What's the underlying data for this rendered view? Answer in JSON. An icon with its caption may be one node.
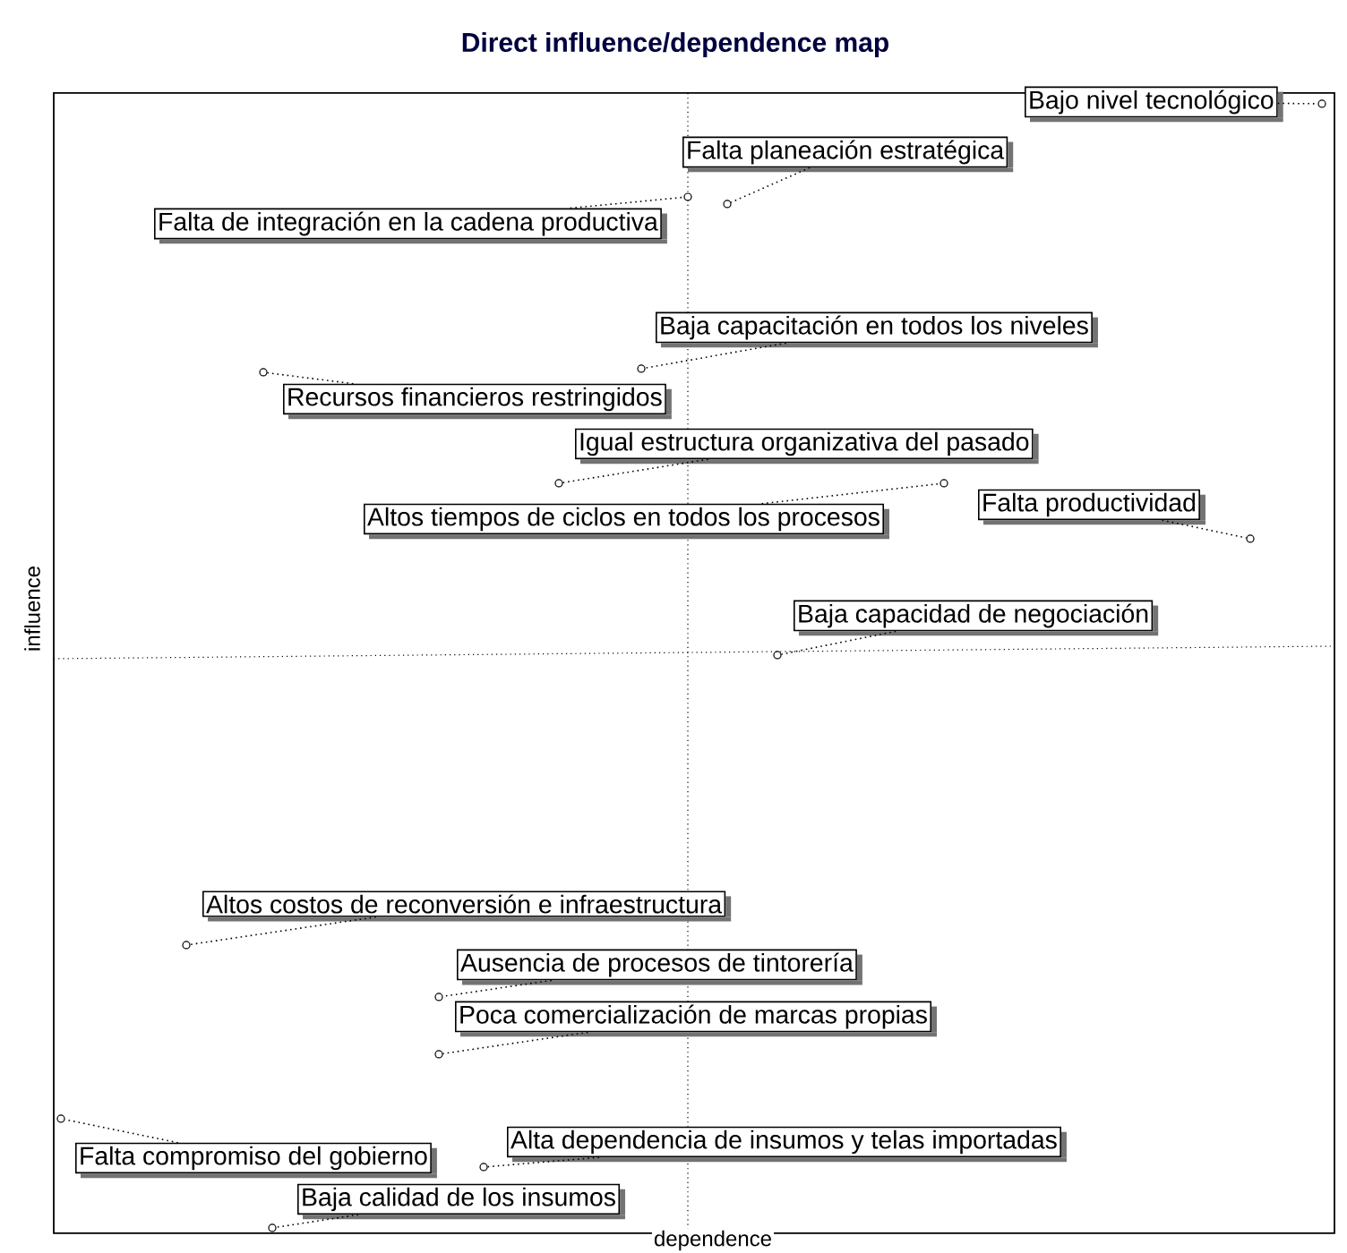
{
  "diagram": {
    "title": "Direct influence/dependence map",
    "nodes": [
      {
        "text": [
          "Bajo nivel tecnológico"
        ]
      },
      {
        "text": [],
        "shape": "circle"
      },
      {
        "text": [
          "Falta planeación estratégica"
        ]
      },
      {
        "text": [],
        "shape": "circle"
      },
      {
        "text": [
          "Falta de integración en la cadena productiva"
        ]
      },
      {
        "text": [],
        "shape": "circle"
      },
      {
        "text": [
          "Baja capacitación en todos los niveles"
        ]
      },
      {
        "text": [],
        "shape": "circle"
      },
      {
        "text": [
          "Recursos financieros restringidos"
        ]
      },
      {
        "text": [],
        "shape": "circle"
      },
      {
        "text": [
          "Igual estructura organizativa del pasado"
        ]
      },
      {
        "text": [],
        "shape": "circle"
      },
      {
        "text": [
          "Altos tiempos de ciclos en todos los procesos"
        ]
      },
      {
        "text": [],
        "shape": "circle"
      },
      {
        "text": [
          "Falta productividad"
        ]
      },
      {
        "text": [],
        "shape": "circle"
      },
      {
        "text": [
          "Baja capacidad de negociación"
        ]
      },
      {
        "text": [],
        "shape": "circle"
      },
      {
        "text": [
          "Altos costos de reconversión e infraestructura"
        ]
      },
      {
        "text": [],
        "shape": "circle"
      },
      {
        "text": [
          "Ausencia de procesos de tintorería"
        ]
      },
      {
        "text": [],
        "shape": "circle"
      },
      {
        "text": [
          "Poca comercialización de marcas propias"
        ]
      },
      {
        "text": [],
        "shape": "circle"
      },
      {
        "text": [
          "Falta compromiso del gobierno"
        ]
      },
      {
        "text": [],
        "shape": "circle"
      },
      {
        "text": [
          "Alta dependencia de insumos y telas importadas"
        ]
      },
      {
        "text": [],
        "shape": "circle"
      },
      {
        "text": [
          "Baja calidad de los insumos"
        ]
      },
      {
        "text": [],
        "shape": "circle"
      }
    ],
    "edges": [
      {
        "from": 0,
        "to": 1,
        "arrow": "none"
      },
      {
        "from": 2,
        "to": 3,
        "arrow": "none"
      },
      {
        "from": 4,
        "to": 5,
        "arrow": "none"
      },
      {
        "from": 6,
        "to": 7,
        "arrow": "none"
      },
      {
        "from": 8,
        "to": 9,
        "arrow": "none"
      },
      {
        "from": 10,
        "to": 11,
        "arrow": "none"
      },
      {
        "from": 12,
        "to": 13,
        "arrow": "none"
      },
      {
        "from": 14,
        "to": 15,
        "arrow": "none"
      },
      {
        "from": 16,
        "to": 17,
        "arrow": "none"
      },
      {
        "from": 18,
        "to": 19,
        "arrow": "none"
      },
      {
        "from": 20,
        "to": 21,
        "arrow": "none"
      },
      {
        "from": 22,
        "to": 23,
        "arrow": "none"
      },
      {
        "from": 24,
        "to": 25,
        "arrow": "none"
      },
      {
        "from": 26,
        "to": 27,
        "arrow": "none"
      },
      {
        "from": 28,
        "to": 29,
        "arrow": "none"
      }
    ],
    "labels": [
      "influence",
      "dependence"
    ]
  }
}
